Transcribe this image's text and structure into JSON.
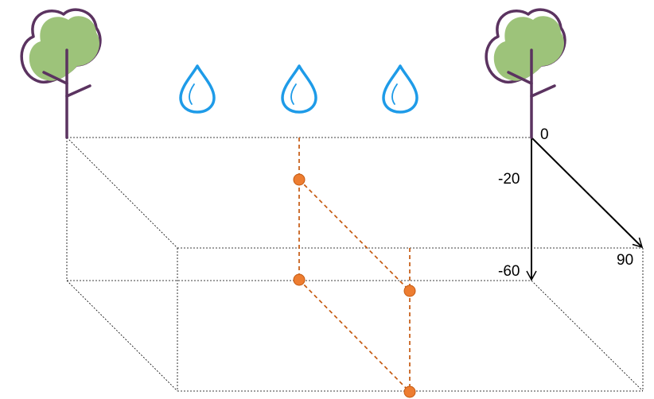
{
  "diagram": {
    "labels": {
      "origin": "0",
      "depth_mid": "-20",
      "depth_bottom": "-60",
      "distance_end": "90"
    },
    "icons": {
      "trees": [
        "tree-icon",
        "tree-icon"
      ],
      "drops": [
        "water-drop-icon",
        "water-drop-icon",
        "water-drop-icon"
      ]
    },
    "colors": {
      "tree_foliage": "#9DC37A",
      "tree_outline": "#5B3360",
      "water_drop": "#1E9BE8",
      "sample_point": "#ED7D31",
      "sample_line": "#C55A11",
      "box_edges": "#000000",
      "axes": "#000000"
    }
  }
}
